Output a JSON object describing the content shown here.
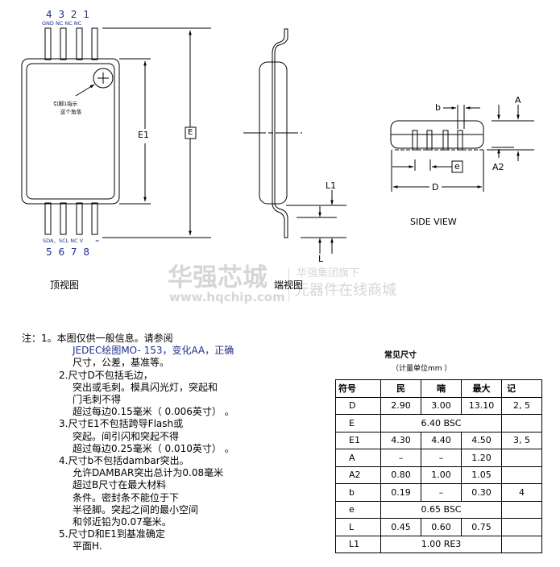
{
  "top_view": {
    "pin_numbers_top": "4 3 2 1",
    "pin_names_top": "GND NC NC NC",
    "pin_names_bottom": "SDA、SCL NC V",
    "pin_name_bottom_extra": "=",
    "pin_numbers_bottom": "5 6 7 8",
    "pin1_note_line1": "引脚1指示",
    "pin1_note_line2": "这个角落",
    "dim_e1": "E1",
    "dim_e": "E",
    "caption": "顶视图"
  },
  "end_view": {
    "dim_l1": "L1",
    "dim_l": "L",
    "caption": "端视图"
  },
  "side_view": {
    "dim_b": "b",
    "dim_a": "A",
    "dim_a2": "A2",
    "dim_e": "e",
    "dim_d": "D",
    "caption": "SIDE VIEW"
  },
  "watermark": {
    "brand": "华强芯城",
    "url": "www.hqchip.com",
    "tagline1": "华强集团旗下",
    "tagline2": "元器件在线商城"
  },
  "notes": [
    "注：1。本图仅供一般信息。请参阅",
    "JEDEC绘图MO- 153，变化AA，正确",
    "尺寸，公差，基准等。",
    "2.尺寸D不包括毛边，",
    "突出或毛刺。模具闪光灯，突起和",
    "门毛刺不得",
    "超过每边0.15毫米（ 0.006英寸） 。",
    "3.尺寸E1不包括跨导Flash或",
    "突起。间引闪和突起不得",
    "超过每边0.25毫米（ 0.010英寸） 。",
    "4.尺寸b不包括dambar突出。",
    "允许DAMBAR突出总计为0.08毫米",
    "超过B尺寸在最大材料",
    "条件。密封条不能位于下",
    "半径脚。突起之间的最小空间",
    "和邻近铅为0.07毫米。",
    "5.尺寸D和E1到基准确定",
    "平面H."
  ],
  "table": {
    "title": "常见尺寸",
    "subtitle": "（计量单位mm ）",
    "headers": [
      "符号",
      "民",
      "喃",
      "最大",
      "记"
    ],
    "rows": [
      [
        "D",
        "2.90",
        "3.00",
        "13.10",
        "2, 5"
      ],
      [
        "E",
        "6.40 BSC",
        "",
        ""
      ],
      [
        "E1",
        "4.30",
        "4.40",
        "4.50",
        "3, 5"
      ],
      [
        "A",
        "–",
        "–",
        "1.20",
        ""
      ],
      [
        "A2",
        "0.80",
        "1.00",
        "1.05",
        ""
      ],
      [
        "b",
        "0.19",
        "–",
        "0.30",
        "4"
      ],
      [
        "e",
        "0.65 BSC",
        "",
        ""
      ],
      [
        "L",
        "0.45",
        "0.60",
        "0.75",
        ""
      ],
      [
        "L1",
        "1.00 RE3",
        "",
        ""
      ]
    ]
  }
}
